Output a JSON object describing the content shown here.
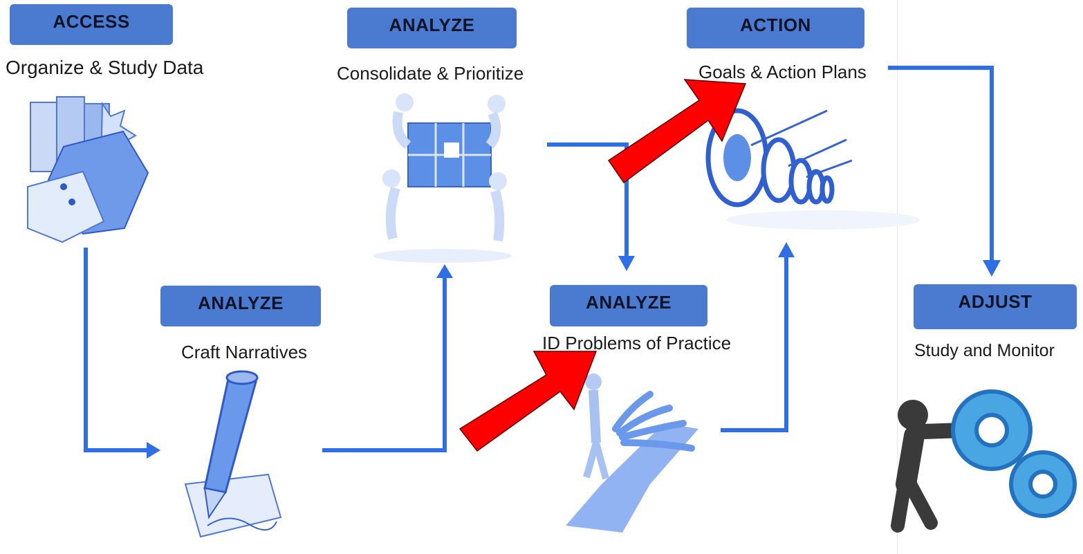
{
  "colors": {
    "label_fill": "#4a7bd0",
    "connector": "#2e6fe8",
    "highlight_arrow": "#ff0000",
    "illustration": "#5b8fe6"
  },
  "steps": {
    "access": {
      "title": "ACCESS",
      "caption": "Organize & Study Data",
      "illustration": "binders-icon"
    },
    "analyze1": {
      "title": "ANALYZE",
      "caption": "Craft Narratives",
      "illustration": "pencil-writing-icon"
    },
    "analyze2": {
      "title": "ANALYZE",
      "caption": "Consolidate & Prioritize",
      "illustration": "puzzle-team-icon"
    },
    "analyze3": {
      "title": "ANALYZE",
      "caption": "ID Problems of Practice",
      "illustration": "decision-paths-icon"
    },
    "action": {
      "title": "ACTION",
      "caption": "Goals & Action Plans",
      "illustration": "targets-arrows-icon"
    },
    "adjust": {
      "title": "ADJUST",
      "caption": "Study and Monitor",
      "illustration": "person-pushing-gears-icon"
    }
  }
}
